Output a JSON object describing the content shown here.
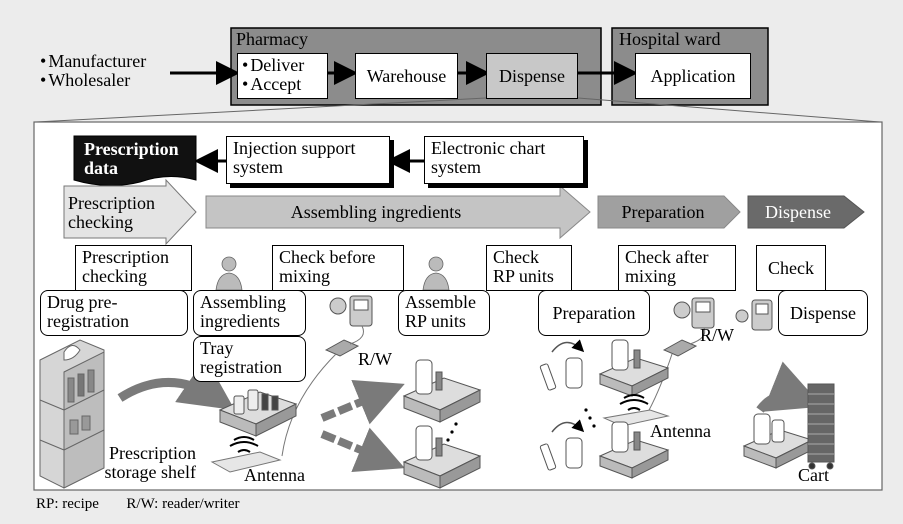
{
  "sources": [
    "Manufacturer",
    "Wholesaler"
  ],
  "pharmacy": {
    "title": "Pharmacy",
    "deliver_items": [
      "Deliver",
      "Accept"
    ],
    "warehouse": "Warehouse",
    "dispense": "Dispense"
  },
  "ward": {
    "title": "Hospital ward",
    "application": "Application"
  },
  "systems": {
    "prescription_data": "Prescription data",
    "injection_support": "Injection support system",
    "electronic_chart": "Electronic chart system"
  },
  "flow": {
    "prescription_checking": "Prescription checking",
    "assembling_ingredients": "Assembling ingredients",
    "preparation": "Preparation",
    "dispense": "Dispense"
  },
  "checks": {
    "prescription_checking": "Prescription checking",
    "check_before_mixing": "Check before mixing",
    "check_rp_units": "Check RP units",
    "check_after_mixing": "Check after mixing",
    "check": "Check"
  },
  "steps": {
    "drug_preregistration": "Drug pre-registration",
    "assembling_ingredients": "Assembling ingredients",
    "tray_registration": "Tray registration",
    "assemble_rp_units": "Assemble RP units",
    "preparation": "Preparation",
    "dispense": "Dispense"
  },
  "labels": {
    "rw_1": "R/W",
    "rw_2": "R/W",
    "antenna_1": "Antenna",
    "antenna_2": "Antenna",
    "storage_shelf": "Prescription storage shelf",
    "cart": "Cart"
  },
  "footer": {
    "rp": "RP: recipe",
    "rw": "R/W: reader/writer"
  }
}
